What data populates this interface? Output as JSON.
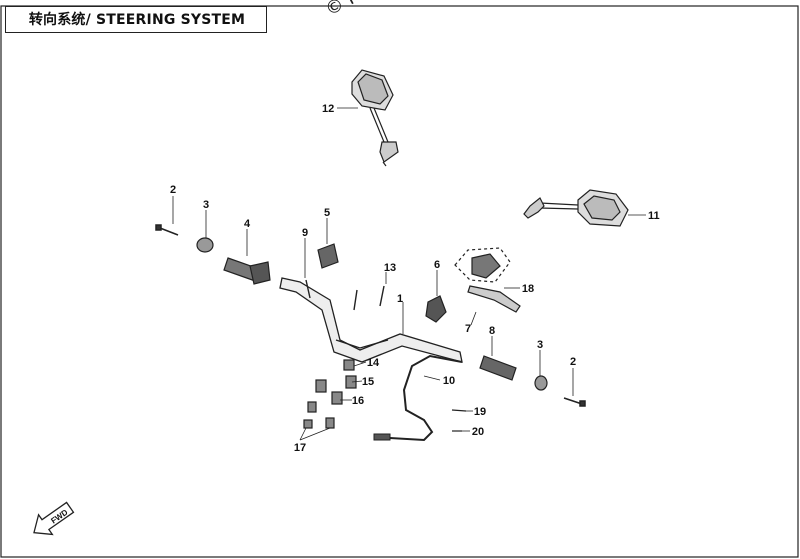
{
  "title": "转向系统/ STEERING SYSTEM",
  "watermark": "© Partz",
  "direction_badge": "FWD",
  "callouts": [
    {
      "id": "c1",
      "label": "1"
    },
    {
      "id": "c2a",
      "label": "2"
    },
    {
      "id": "c2b",
      "label": "2"
    },
    {
      "id": "c3a",
      "label": "3"
    },
    {
      "id": "c3b",
      "label": "3"
    },
    {
      "id": "c4",
      "label": "4"
    },
    {
      "id": "c5",
      "label": "5"
    },
    {
      "id": "c6",
      "label": "6"
    },
    {
      "id": "c7",
      "label": "7"
    },
    {
      "id": "c8",
      "label": "8"
    },
    {
      "id": "c9",
      "label": "9"
    },
    {
      "id": "c10",
      "label": "10"
    },
    {
      "id": "c11",
      "label": "11"
    },
    {
      "id": "c12",
      "label": "12"
    },
    {
      "id": "c13",
      "label": "13"
    },
    {
      "id": "c14",
      "label": "14"
    },
    {
      "id": "c15",
      "label": "15"
    },
    {
      "id": "c16",
      "label": "16"
    },
    {
      "id": "c17",
      "label": "17"
    },
    {
      "id": "c18",
      "label": "18"
    },
    {
      "id": "c19",
      "label": "19"
    },
    {
      "id": "c20",
      "label": "20"
    }
  ]
}
